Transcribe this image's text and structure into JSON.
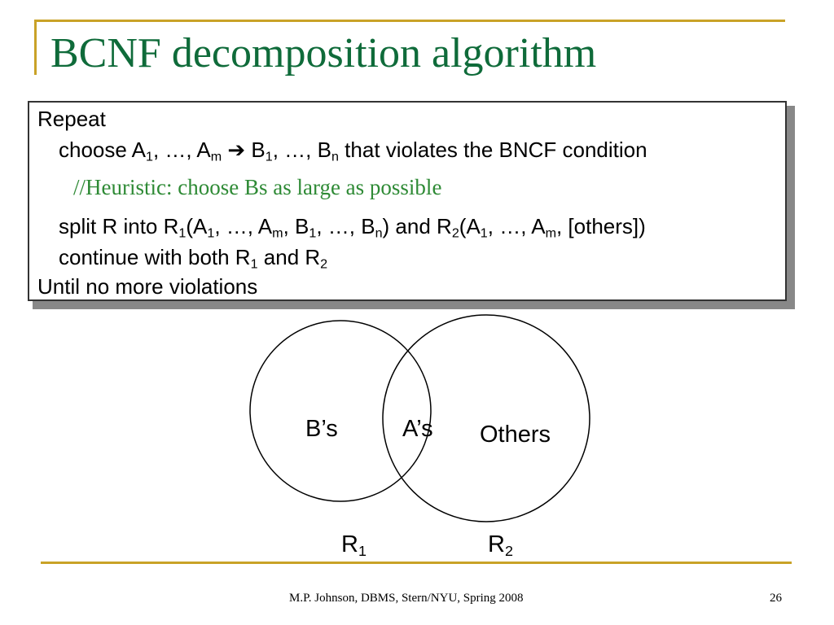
{
  "title": "BCNF decomposition algorithm",
  "algorithm": {
    "repeat": "Repeat",
    "choose": {
      "word": "choose A",
      "a1_sub": "1",
      "sep1": ", …, A",
      "am_sub": "m",
      "arrow": " ➔ ",
      "b_word": "B",
      "b1_sub": "1",
      "sep2": ", …, B",
      "bn_sub": "n",
      "tail": " that violates the BNCF condition"
    },
    "heuristic": "//Heuristic: choose Bs as large as possible",
    "split": {
      "p1": "split R into R",
      "r1_sub": "1",
      "p2": "(A",
      "a1_sub": "1",
      "p3": ", …, A",
      "am_sub": "m",
      "p4": ", B",
      "b1_sub": "1",
      "p5": ", …, B",
      "bn_sub": "n",
      "p6": ") and R",
      "r2_sub": "2",
      "p7": "(A",
      "a1b_sub": "1",
      "p8": ", …, A",
      "amb_sub": "m",
      "p9": ", [others])"
    },
    "continue": {
      "p1": "continue with both R",
      "r1_sub": "1",
      "p2": " and R",
      "r2_sub": "2"
    },
    "until": "Until no more violations"
  },
  "venn": {
    "left_label": "B’s",
    "center_label": "A’s",
    "right_label": "Others",
    "r1_base": "R",
    "r1_sub": "1",
    "r2_base": "R",
    "r2_sub": "2"
  },
  "footer": {
    "credit": "M.P. Johnson, DBMS, Stern/NYU, Spring 2008",
    "page_number": "26"
  },
  "colors": {
    "title": "#0f6b3a",
    "heuristic": "#2e8a35",
    "accent_rule": "#c9a227"
  }
}
